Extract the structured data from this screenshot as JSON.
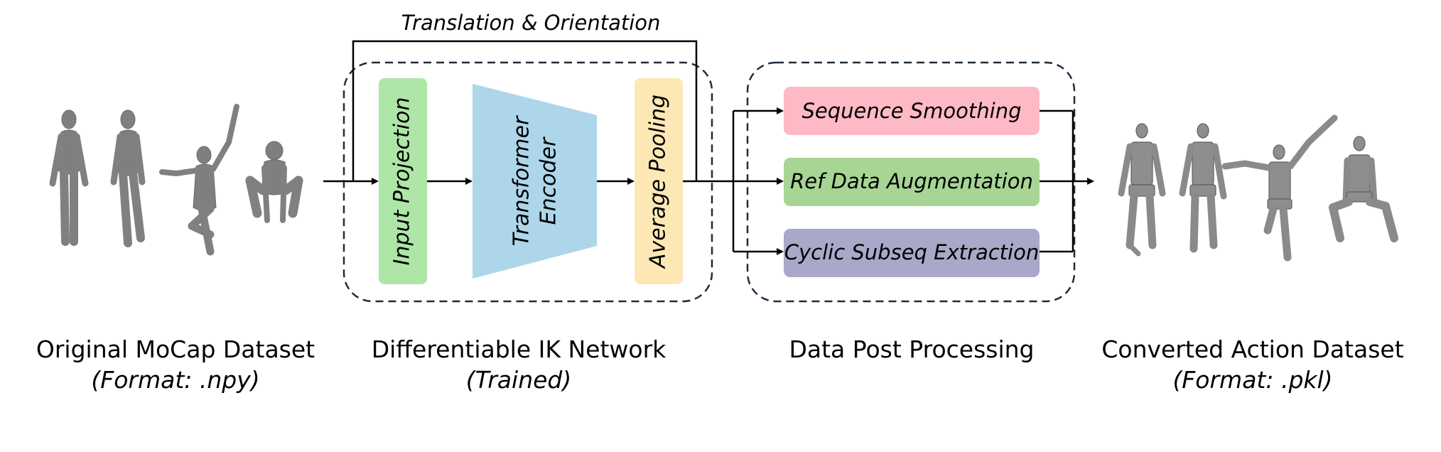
{
  "top_label": "Translation & Orientation",
  "network": {
    "input_projection": "Input Projection",
    "transformer_line1": "Transformer",
    "transformer_line2": "Encoder",
    "average_pooling": "Average Pooling"
  },
  "post_processing": {
    "items": [
      {
        "label": "Sequence Smoothing",
        "color": "#fdbac5"
      },
      {
        "label": "Ref Data Augmentation",
        "color": "#a7d594"
      },
      {
        "label": "Cyclic Subseq Extraction",
        "color": "#a9a8c8"
      }
    ]
  },
  "captions": {
    "original": {
      "title": "Original MoCap Dataset",
      "sub": "(Format: .npy)"
    },
    "network": {
      "title": "Differentiable IK Network",
      "sub": "(Trained)"
    },
    "post": {
      "title": "Data Post Processing"
    },
    "converted": {
      "title": "Converted Action Dataset",
      "sub": "(Format: .pkl)"
    }
  },
  "colors": {
    "input_projection": "#aee6a8",
    "transformer": "#add6ea",
    "average_pooling": "#fde8b5"
  }
}
